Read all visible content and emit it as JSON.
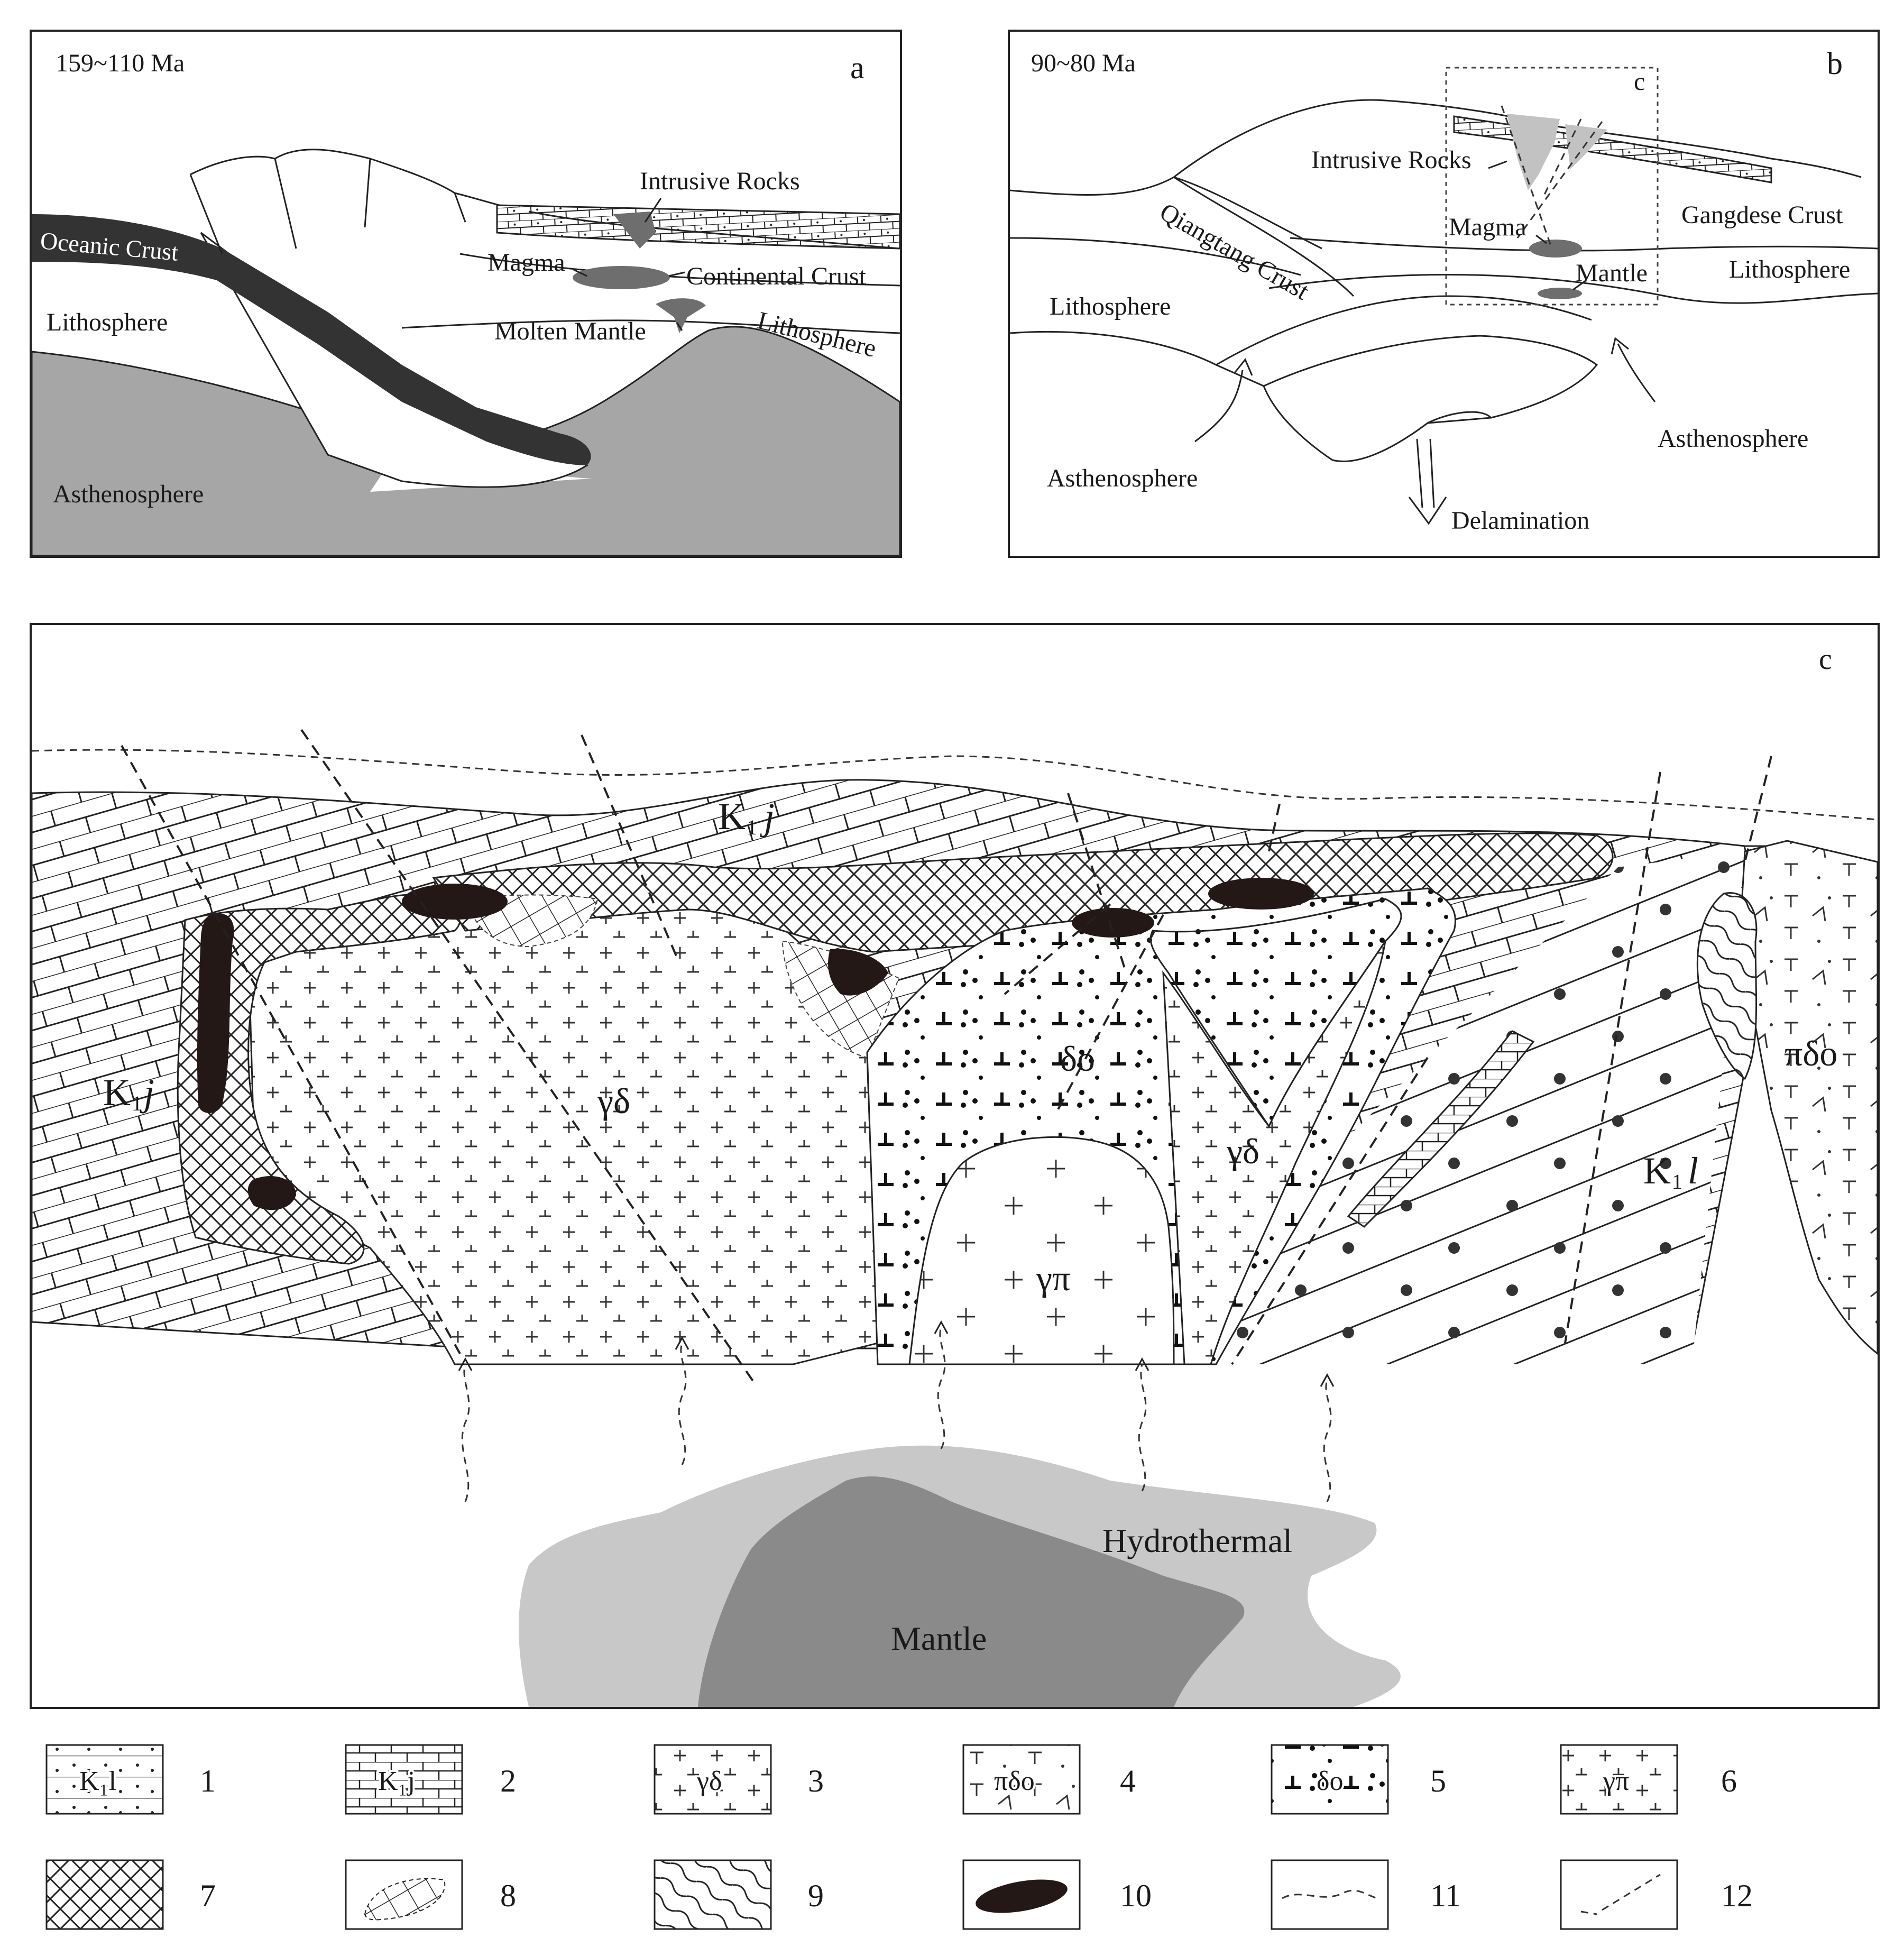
{
  "panel_a": {
    "letter": "a",
    "age": "159~110 Ma",
    "labels": {
      "oceanic_crust": "Oceanic Crust",
      "lithosphere_left": "Lithosphere",
      "asthenosphere": "Asthenosphere",
      "intrusive_rocks": "Intrusive Rocks",
      "magma": "Magma",
      "continental_crust": "Continental Crust",
      "molten_mantle": "Molten Mantle",
      "lithosphere_right": "Lithosphere"
    },
    "colors": {
      "oceanic_crust": "#333333",
      "asthenosphere": "#a6a6a6",
      "magma": "#6e6e6e"
    }
  },
  "panel_b": {
    "letter": "b",
    "age": "90~80 Ma",
    "inset_letter": "c",
    "labels": {
      "intrusive_rocks": "Intrusive Rocks",
      "gangdese_crust": "Gangdese Crust",
      "qiangtang_crust": "Qiangtang Crust",
      "magma": "Magma",
      "mantle": "Mantle",
      "lithosphere_left": "Lithosphere",
      "lithosphere_right": "Lithosphere",
      "asthenosphere_left": "Asthenosphere",
      "asthenosphere_right": "Asthenosphere",
      "delamination": "Delamination"
    }
  },
  "panel_c": {
    "letter": "c",
    "labels": {
      "k1j_top": "K",
      "k1j_top_sub": "1",
      "k1j_top_suffix": "j",
      "k1j_left": "K",
      "k1j_left_sub": "1",
      "k1j_left_suffix": "j",
      "k1l": "K",
      "k1l_sub": "1",
      "k1l_suffix": "l",
      "gamma_delta": "γδ",
      "gamma_delta_2": "γδ",
      "delta_o": "δο",
      "gamma_pi": "γπ",
      "pi_delta_o": "πδο",
      "hydrothermal": "Hydrothermal",
      "mantle": "Mantle"
    },
    "colors": {
      "hydrothermal": "#c8c8c8",
      "mantle": "#8a8a8a",
      "ore": "#231815"
    }
  },
  "legend": {
    "items": [
      {
        "number": "1",
        "symbol_text": "K₁l",
        "pattern": "sand"
      },
      {
        "number": "2",
        "symbol_text": "K₁j",
        "pattern": "brick"
      },
      {
        "number": "3",
        "symbol_text": "γδ",
        "pattern": "cross"
      },
      {
        "number": "4",
        "symbol_text": "πδο",
        "pattern": "porphyry"
      },
      {
        "number": "5",
        "symbol_text": "δο",
        "pattern": "diorite"
      },
      {
        "number": "6",
        "symbol_text": "γπ",
        "pattern": "granite-porphyry"
      },
      {
        "number": "7",
        "symbol_text": "",
        "pattern": "crosshatch"
      },
      {
        "number": "8",
        "symbol_text": "",
        "pattern": "grid-ellipse"
      },
      {
        "number": "9",
        "symbol_text": "",
        "pattern": "wavy"
      },
      {
        "number": "10",
        "symbol_text": "",
        "pattern": "ore-body"
      },
      {
        "number": "11",
        "symbol_text": "",
        "pattern": "dashed-line"
      },
      {
        "number": "12",
        "symbol_text": "",
        "pattern": "fault-line"
      }
    ]
  }
}
